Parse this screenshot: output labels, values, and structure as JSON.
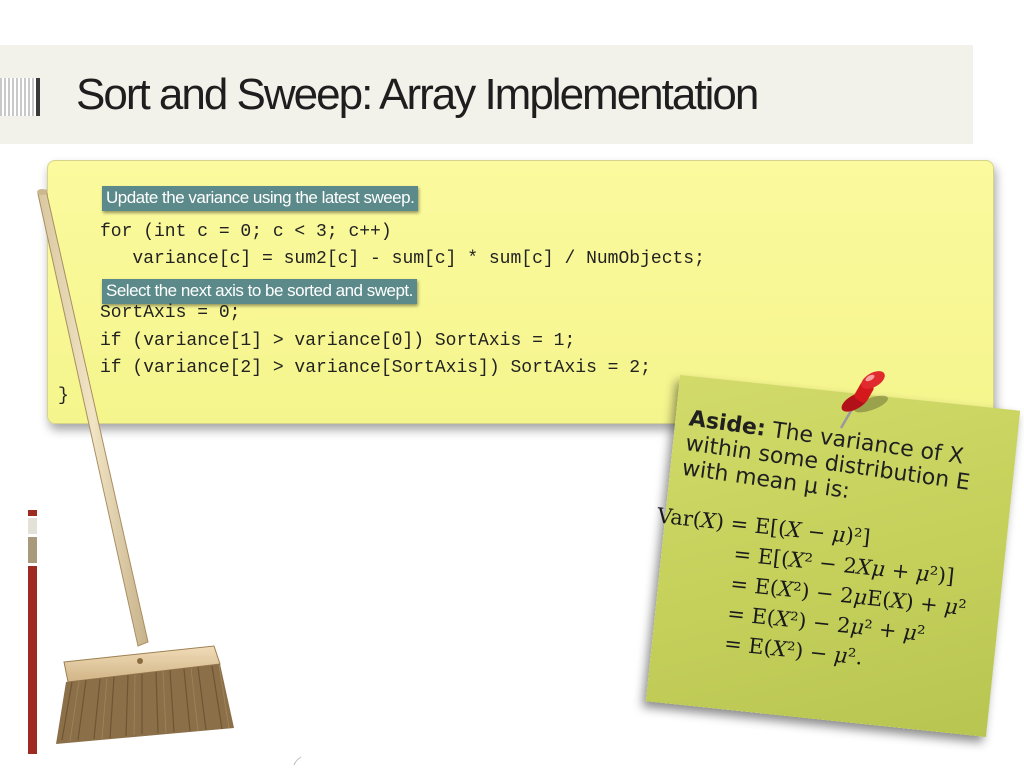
{
  "slide": {
    "title": "Sort and Sweep: Array Implementation"
  },
  "code": {
    "callout_1": "Update the variance using the latest sweep.",
    "line_1": "for (int c = 0; c < 3; c++)",
    "line_2": "   variance[c] = sum2[c] - sum[c] * sum[c] / NumObjects;",
    "callout_2": "Select the next axis to be sorted and swept.",
    "line_3": "SortAxis = 0;",
    "line_4": "if (variance[1] > variance[0]) SortAxis = 1;",
    "line_5": "if (variance[2] > variance[SortAxis]) SortAxis = 2;",
    "closing_brace": "}"
  },
  "note": {
    "label": "Aside:",
    "text": " The variance of X within some distribution E with mean μ is:"
  },
  "colors": {
    "callout_bg": "#5c8a8a",
    "code_bg": "#fbfa9e",
    "note_bg": "#c8d25e",
    "accent_red": "#9e2a22",
    "accent_tan": "#a89a7a",
    "pin_red": "#d4181c"
  }
}
